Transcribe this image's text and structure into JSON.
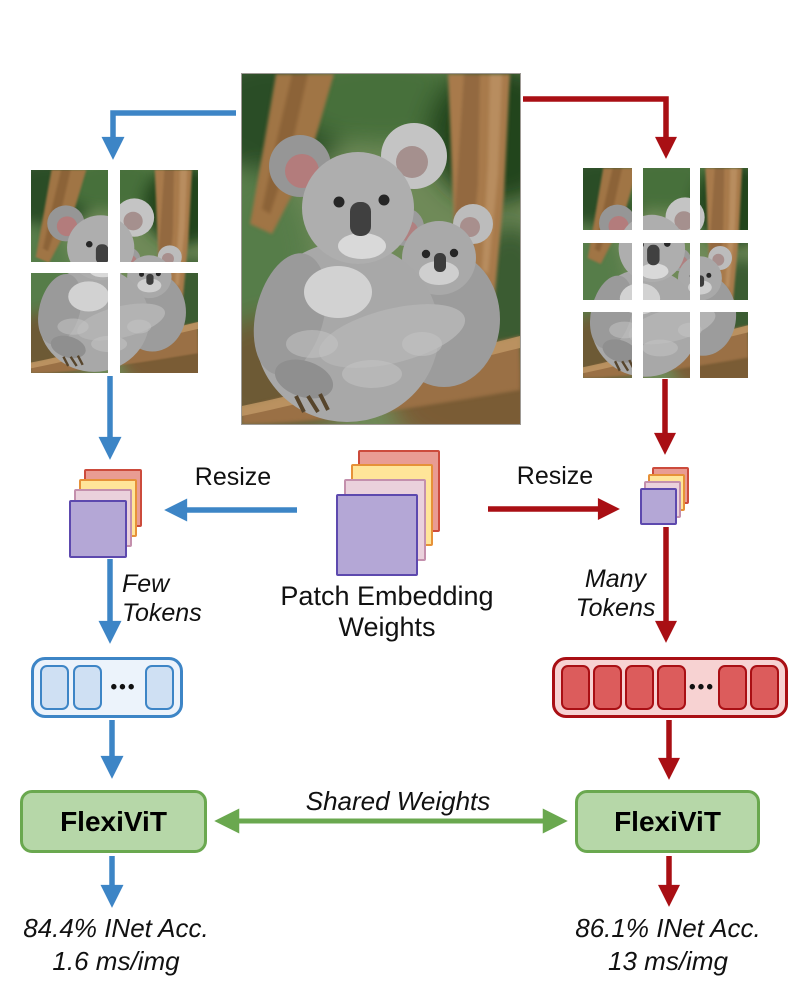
{
  "labels": {
    "resize_left": "Resize",
    "resize_right": "Resize",
    "patch_embedding_line1": "Patch Embedding",
    "patch_embedding_line2": "Weights",
    "shared_weights": "Shared Weights"
  },
  "left_branch": {
    "tokens_line1": "Few",
    "tokens_line2": "Tokens",
    "model": "FlexiViT",
    "accuracy": "84.4% INet Acc.",
    "latency": "1.6 ms/img"
  },
  "right_branch": {
    "tokens_line1": "Many",
    "tokens_line2": "Tokens",
    "model": "FlexiViT",
    "accuracy": "86.1% INet Acc.",
    "latency": "13 ms/img"
  },
  "token_rows": {
    "left": {
      "before_ellipsis": 2,
      "after_ellipsis": 1,
      "ellipsis": "•••"
    },
    "right": {
      "before_ellipsis": 4,
      "after_ellipsis": 2,
      "ellipsis": "•••"
    }
  },
  "colors": {
    "blue": "#3d85c6",
    "red": "#a90f14",
    "green": "#6aa84f",
    "green_fill": "#b6d7a8",
    "purple_fill": "#b4a7d6",
    "purple_border": "#5d49ae",
    "pink_fill": "#ead1dc",
    "pink_border": "#c490ad",
    "yellow_fill": "#ffe599",
    "yellow_border": "#e69138",
    "salmon_fill": "#e99c93",
    "salmon_border": "#cc4b3c",
    "token_blue_fill": "#cfe0f3",
    "token_row_blue_fill": "#ecf3fb",
    "token_red_fill": "#dc5c5c",
    "token_row_red_fill": "#f7d2d2"
  }
}
